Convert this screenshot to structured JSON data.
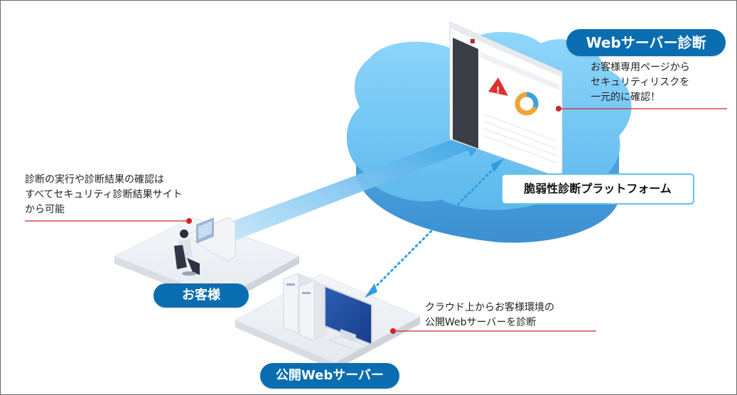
{
  "colors": {
    "pill_blue": "#0a6db0",
    "cloud_blue": "#74c7f2",
    "accent_red": "#d0262a",
    "arrow_blue": "#3fa6e6",
    "platform_border": "#5bc4ee"
  },
  "labels": {
    "web_server_diagnosis": "Webサーバー診断",
    "customer": "お客様",
    "public_web_server": "公開Webサーバー",
    "platform": "脆弱性診断プラットフォーム"
  },
  "notes": {
    "portal": [
      "お客様専用ページから",
      "セキュリティリスクを",
      "一元的に確認！"
    ],
    "customer": [
      "診断の実行や診断結果の確認は",
      "すべてセキュリティ診断結果サイト",
      "から可能"
    ],
    "server": [
      "クラウド上からお客様環境の",
      "公開Webサーバーを診断"
    ]
  },
  "icons": {
    "warning": "warning-icon",
    "donut": "donut-chart-icon",
    "person": "person-at-desk-icon",
    "server": "server-icon",
    "monitor": "monitor-icon",
    "cloud": "cloud-icon"
  }
}
